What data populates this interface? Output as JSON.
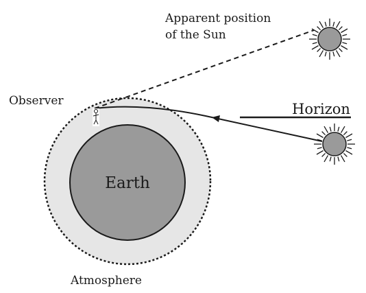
{
  "labels": {
    "apparent_line1": "Apparent position",
    "apparent_line2": "of the Sun",
    "observer": "Observer",
    "horizon": "Horizon",
    "earth": "Earth",
    "atmosphere": "Atmosphere"
  },
  "colors": {
    "atmosphere_fill": "#e6e6e6",
    "earth_fill": "#9a9a9a",
    "sun_fill": "#9a9a9a",
    "ink": "#1a1a1a"
  },
  "icons": {
    "sun": "sun-icon",
    "observer": "observer-figure-icon",
    "ray_arrow": "arrowhead-icon"
  }
}
